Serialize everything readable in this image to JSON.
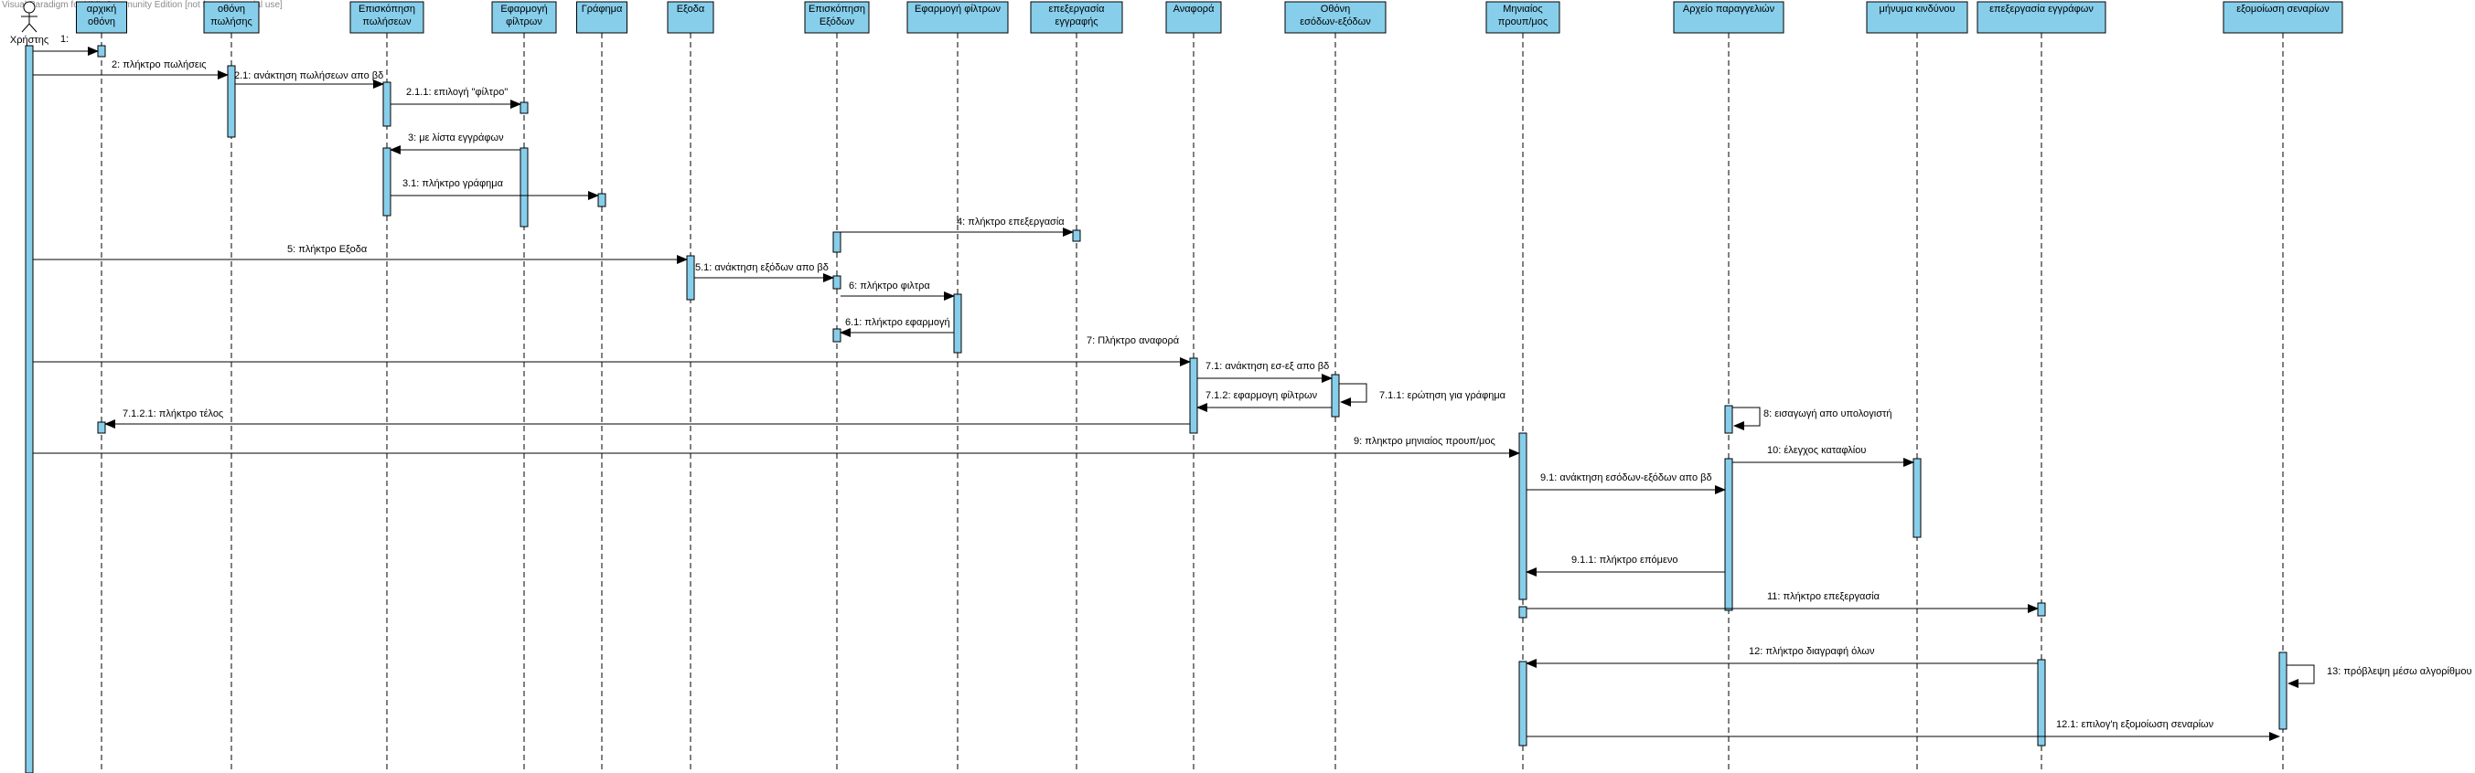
{
  "watermark": "Visual Paradigm for UML Community Edition [not for commercial use]",
  "actor": {
    "name": "Χρήστης"
  },
  "lifelines": [
    {
      "id": "arxiki",
      "lines": [
        "αρχική",
        "οθόνη"
      ]
    },
    {
      "id": "othoni_pwl",
      "lines": [
        "οθόνη",
        "πωλήσης"
      ]
    },
    {
      "id": "episk_pwl",
      "lines": [
        "Επισκόπηση",
        "πωλήσεων"
      ]
    },
    {
      "id": "efarm_filtrwn",
      "lines": [
        "Εφαρμογή",
        "φίλτρων"
      ]
    },
    {
      "id": "grafima",
      "lines": [
        "Γράφημα"
      ]
    },
    {
      "id": "exoda",
      "lines": [
        "Εξοδα"
      ]
    },
    {
      "id": "episk_exodwn",
      "lines": [
        "Επισκόπηση",
        "Εξόδων"
      ]
    },
    {
      "id": "efarm_filtrwn2",
      "lines": [
        "Εφαρμογή φίλτρων"
      ]
    },
    {
      "id": "epex_eggr",
      "lines": [
        "επεξεργασία",
        "εγγραφής"
      ]
    },
    {
      "id": "anafora",
      "lines": [
        "Αναφορά"
      ]
    },
    {
      "id": "othoni_esod",
      "lines": [
        "Οθόνη",
        "εσόδων-εξόδων"
      ]
    },
    {
      "id": "miniaios",
      "lines": [
        "Μηνιαίος",
        "προυπ/μος"
      ]
    },
    {
      "id": "arxeio",
      "lines": [
        "Αρχείο παραγγελιών"
      ]
    },
    {
      "id": "minyma",
      "lines": [
        "μήνυμα κινδύνου"
      ]
    },
    {
      "id": "epex_eggrafwn",
      "lines": [
        "επεξεργασία εγγράφων"
      ]
    },
    {
      "id": "exomoiwsi",
      "lines": [
        "εξομοίωση σεναρίων"
      ]
    }
  ],
  "messages": [
    {
      "label": "1:"
    },
    {
      "label": "2: πλήκτρο πωλήσεις"
    },
    {
      "label": "2.1: ανάκτηση πωλήσεων απο βδ"
    },
    {
      "label": "2.1.1: επιλογή \"φίλτρο\""
    },
    {
      "label": "3: με λίστα εγγράφων"
    },
    {
      "label": "3.1: πλήκτρο γράφημα"
    },
    {
      "label": "4: πλήκτρο επεξεργασία"
    },
    {
      "label": "5: πλήκτρο Εξοδα"
    },
    {
      "label": "5.1: ανάκτηση εξόδων απο βδ"
    },
    {
      "label": "6: πλήκτρο φιλτρα"
    },
    {
      "label": "6.1: πλήκτρο εφαρμογή"
    },
    {
      "label": "7: Πλήκτρο αναφορά"
    },
    {
      "label": "7.1: ανάκτηση εσ-εξ απο βδ"
    },
    {
      "label": "7.1.1: ερώτηση για γράφημα"
    },
    {
      "label": "7.1.2: εφαρμογη φίλτρων"
    },
    {
      "label": "7.1.2.1: πλήκτρο τέλος"
    },
    {
      "label": "8: εισαγωγή απο υπολογιστή"
    },
    {
      "label": "9: πληκτρο μηνιαίος προυπ/μος"
    },
    {
      "label": "10: έλεγχος καταφλίου"
    },
    {
      "label": "9.1: ανάκτηση εσόδων-εξόδων απο βδ"
    },
    {
      "label": "9.1.1: πλήκτρο επόμενο"
    },
    {
      "label": "11: πλήκτρο επεξεργασία"
    },
    {
      "label": "12: πλήκτρο διαγραφή όλων"
    },
    {
      "label": "13: πρόβλεψη μέσω αλγορίθμου"
    },
    {
      "label": "12.1: επιλογ'η εξομοίωση σεναρίων"
    }
  ],
  "colors": {
    "header_fill": "#87ceeb",
    "activation_fill": "#87ceeb",
    "stroke": "#000000",
    "watermark": "#8a8a8a"
  }
}
